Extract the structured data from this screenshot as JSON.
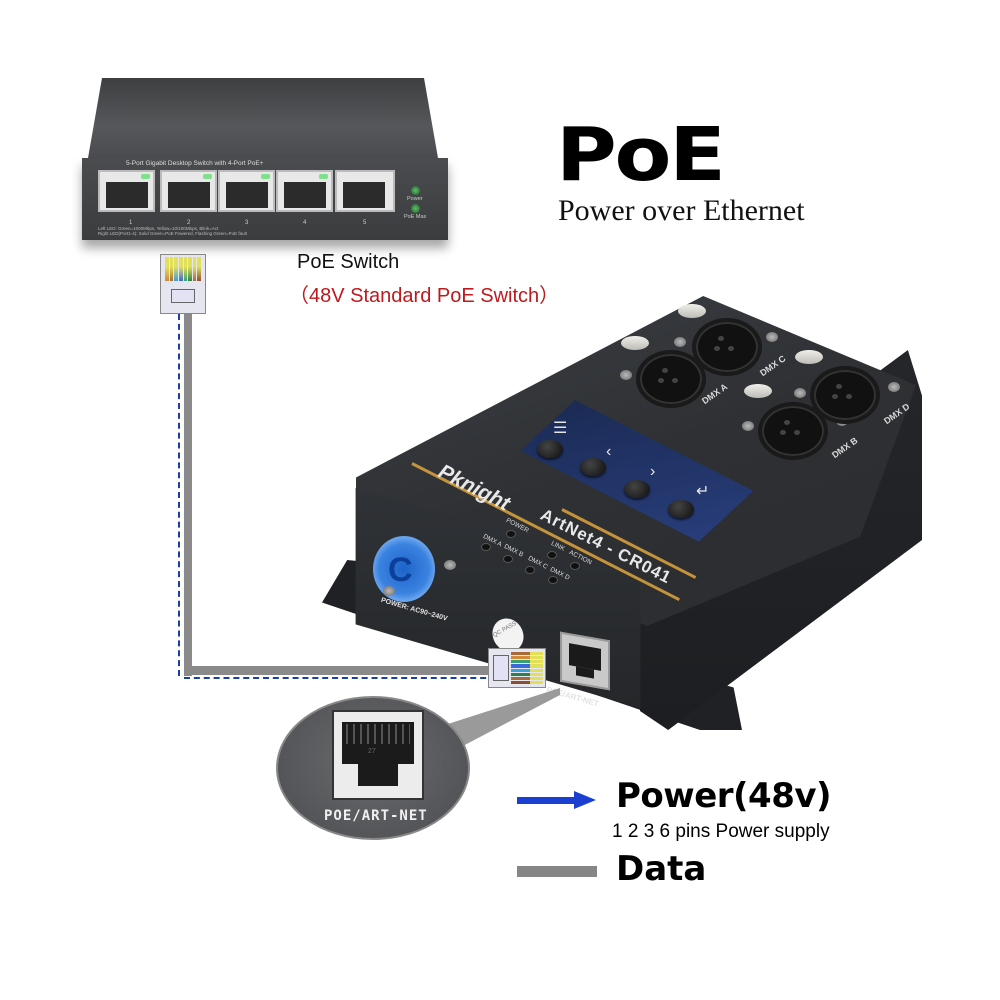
{
  "title": {
    "main": "PoE",
    "subtitle": "Power over Ethernet"
  },
  "switch": {
    "product_label": "5-Port Gigabit Desktop Switch with 4-Port PoE+",
    "ports": [
      "1",
      "2",
      "3",
      "4",
      "5"
    ],
    "poe_ports": 4,
    "leds": {
      "power": "Power",
      "poe_max": "PoE Max"
    },
    "legend_line1": "Left LED:  Green=1000Mbps, Yellow=10/100Mbps, Blink=Act",
    "legend_line2": "Right LED(Port1-4):  Solid Green=PoE Powered, Flashing Green=PoE fault",
    "caption": "PoE Switch",
    "caption_detail": "（48V Standard PoE Switch）"
  },
  "device": {
    "brand": "Pknight",
    "model": "ArtNet4 - CR041",
    "indicators": {
      "power": "POWER",
      "dmx_a": "DMX A",
      "dmx_b": "DMX B",
      "dmx_c": "DMX C",
      "dmx_d": "DMX D",
      "link": "LINK",
      "action": "ACTION"
    },
    "buttons": [
      {
        "icon": "menu-icon",
        "glyph": "☰"
      },
      {
        "icon": "left-icon",
        "glyph": "‹"
      },
      {
        "icon": "right-icon",
        "glyph": "›"
      },
      {
        "icon": "enter-icon",
        "glyph": "↵"
      }
    ],
    "xlr_outputs": [
      "DMX A",
      "DMX B",
      "DMX C",
      "DMX D"
    ],
    "power_input_label": "POWER: AC90~240V",
    "qc_sticker": "QC PASS",
    "network_port_label": "POE/ART-NET"
  },
  "zoom_callout": {
    "label": "POE/ART-NET",
    "port_number": "27"
  },
  "legend": {
    "power_label": "Power(48v)",
    "power_detail": "1 2 3 6 pins Power supply",
    "data_label": "Data",
    "power_color": "#1b3fd0",
    "data_color": "#868686"
  },
  "colors": {
    "caption_red": "#c0191d",
    "accent_gold": "#c4933a",
    "powercon_blue": "#3b83e0"
  }
}
